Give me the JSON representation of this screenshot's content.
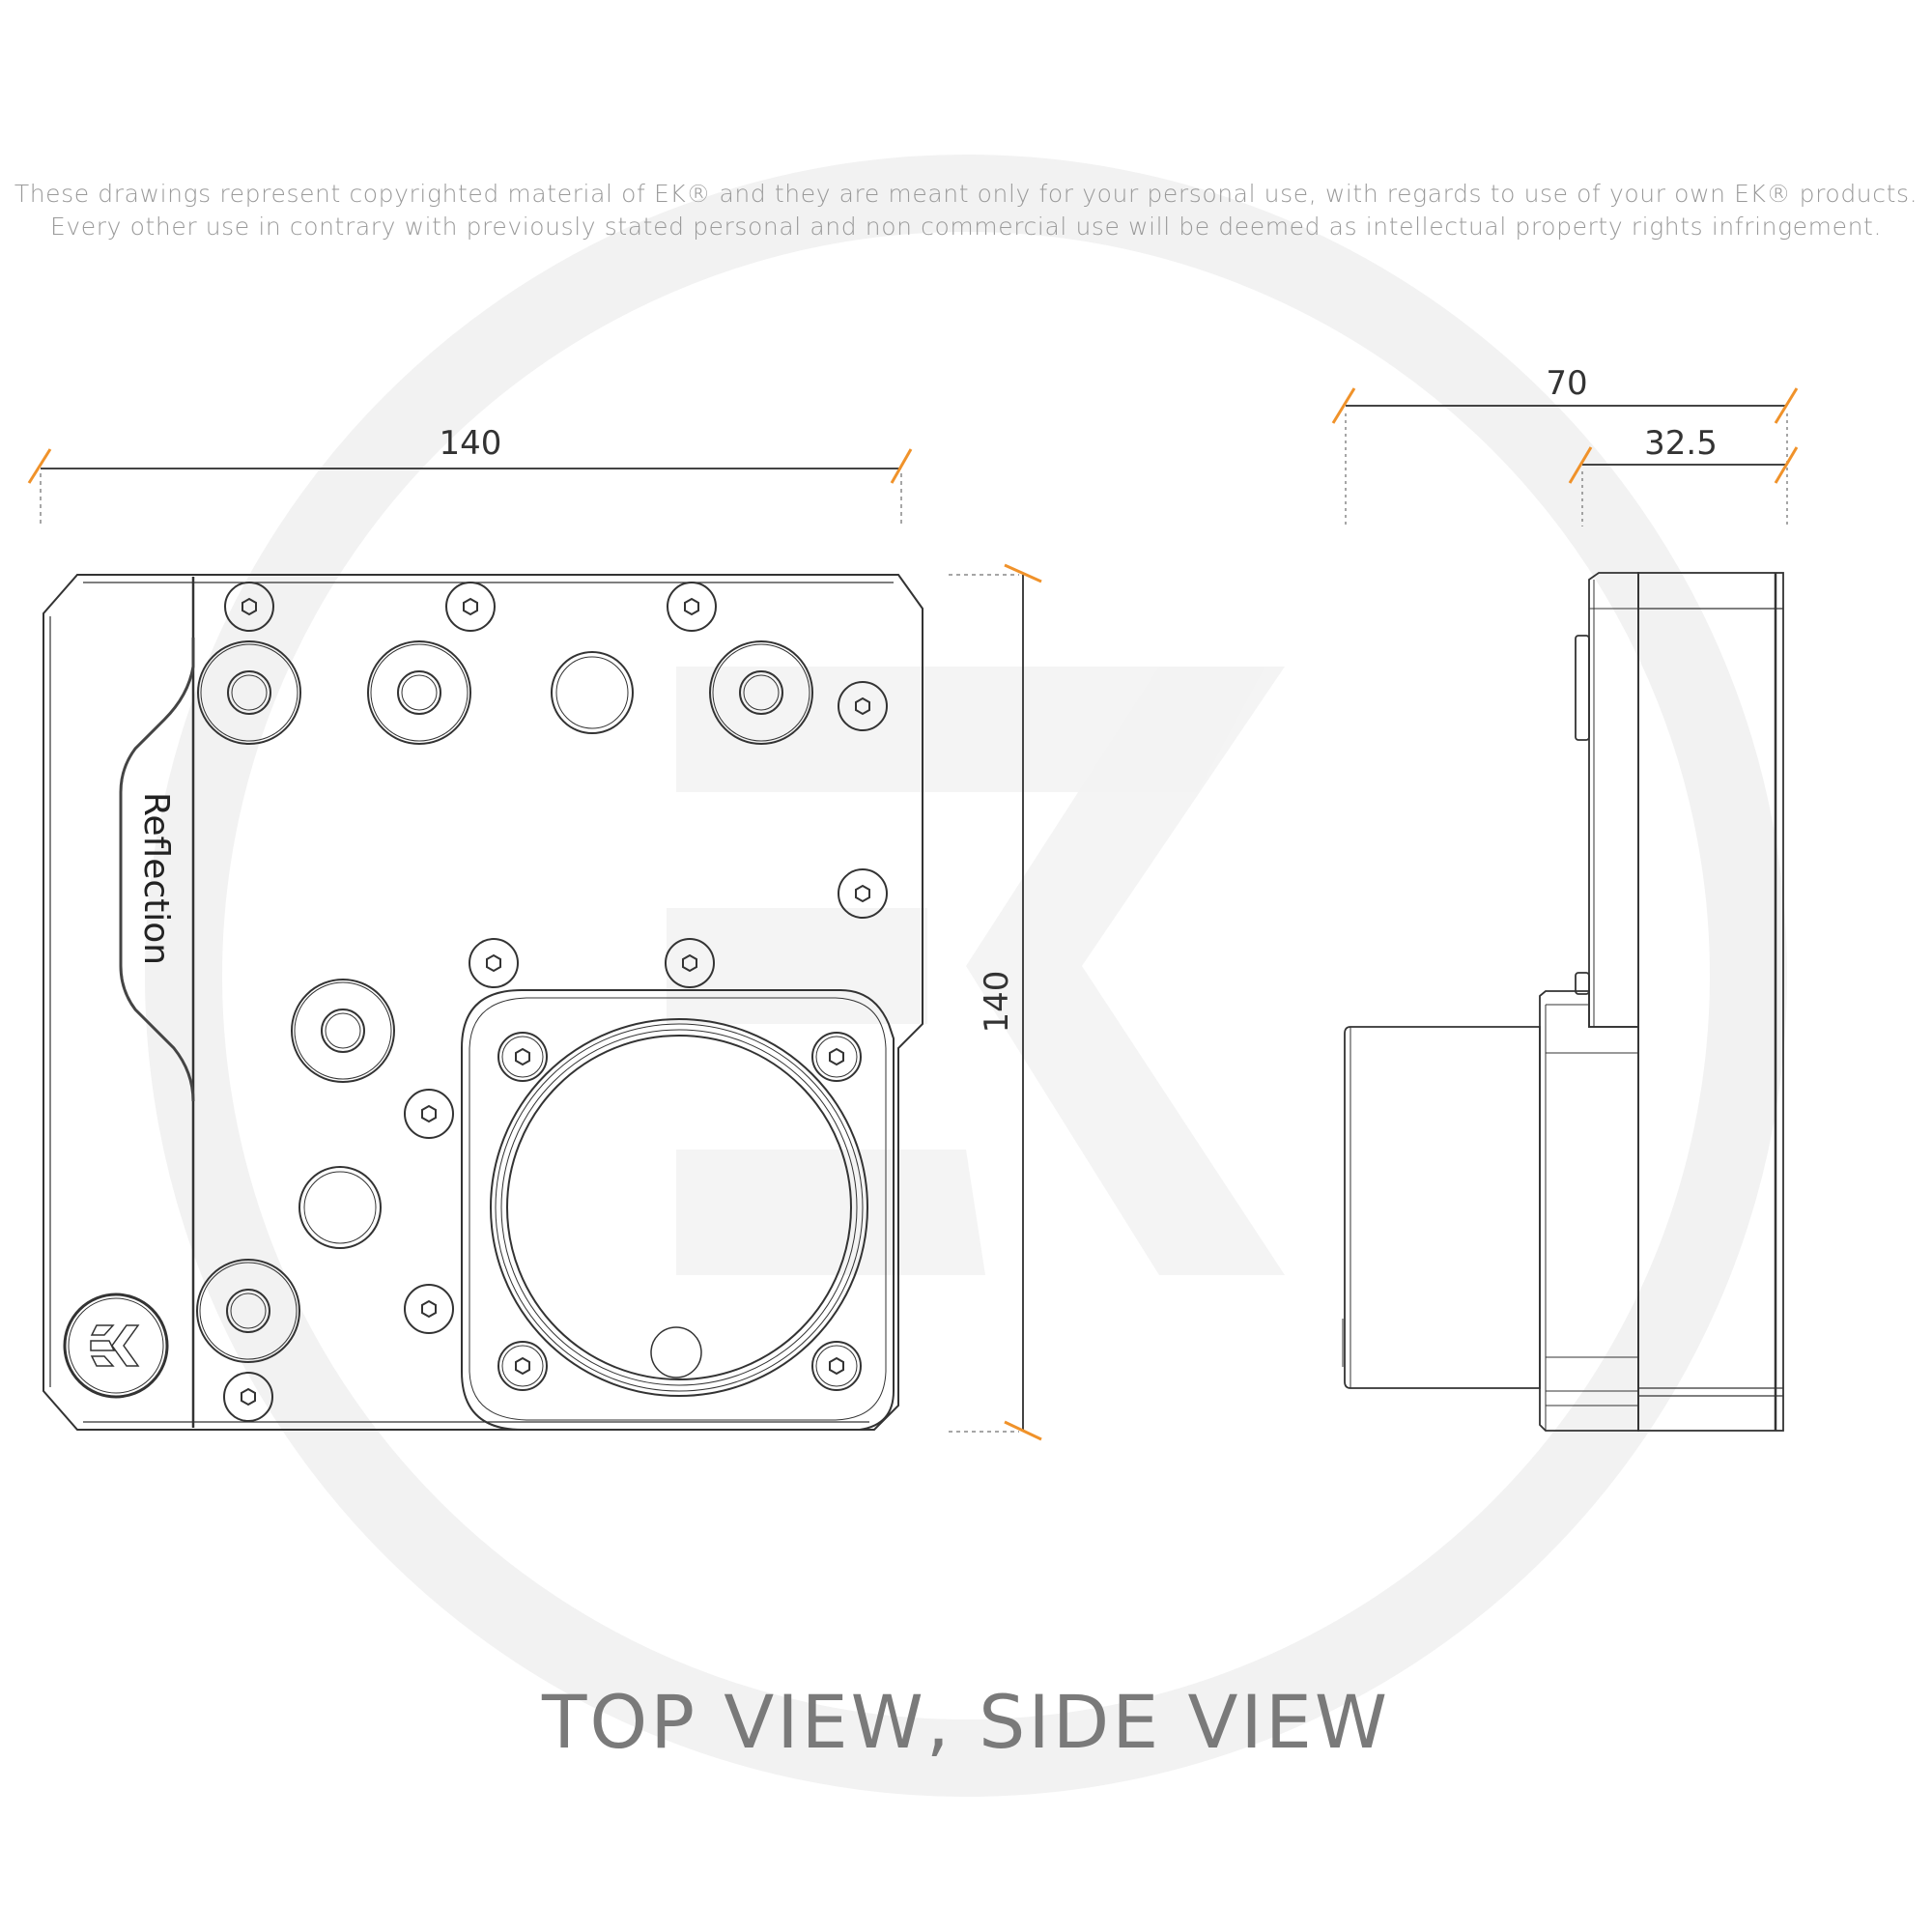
{
  "notice": {
    "line1": "These drawings represent copyrighted material of EK® and they are meant only for your personal use, with regards to use of  your own EK® products.",
    "line2": "Every other use in contrary with previously stated personal and non commercial use will be deemed as intellectual property rights infringement."
  },
  "caption": "TOP VIEW, SIDE VIEW",
  "top_view": {
    "brand_text": "Reflection",
    "logo": "EK",
    "width_dimension": "140",
    "height_dimension": "140"
  },
  "side_view": {
    "total_depth_dimension": "70",
    "partial_depth_dimension": "32.5"
  },
  "colors": {
    "dimension_tick": "#f0922a",
    "line": "#333333",
    "watermark": "#f2f2f2",
    "caption": "#7a7a7a",
    "notice": "#9a9a9a"
  },
  "watermark": "EK"
}
